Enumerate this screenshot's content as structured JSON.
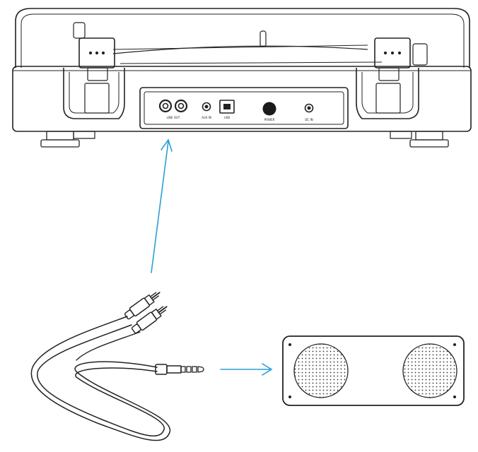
{
  "turntable_rear_panel": {
    "labels": {
      "line_out": "LINE OUT",
      "aux_in": "AUX IN",
      "usb": "USB",
      "power": "POWER",
      "dc_in": "DC IN"
    }
  },
  "colors": {
    "line": "#222222",
    "arrow": "#2a9fd6",
    "panel_dark": "#1a1a1a",
    "background": "#ffffff"
  },
  "icons": [
    "turntable",
    "rca-to-aux-cable",
    "speaker",
    "arrow"
  ]
}
